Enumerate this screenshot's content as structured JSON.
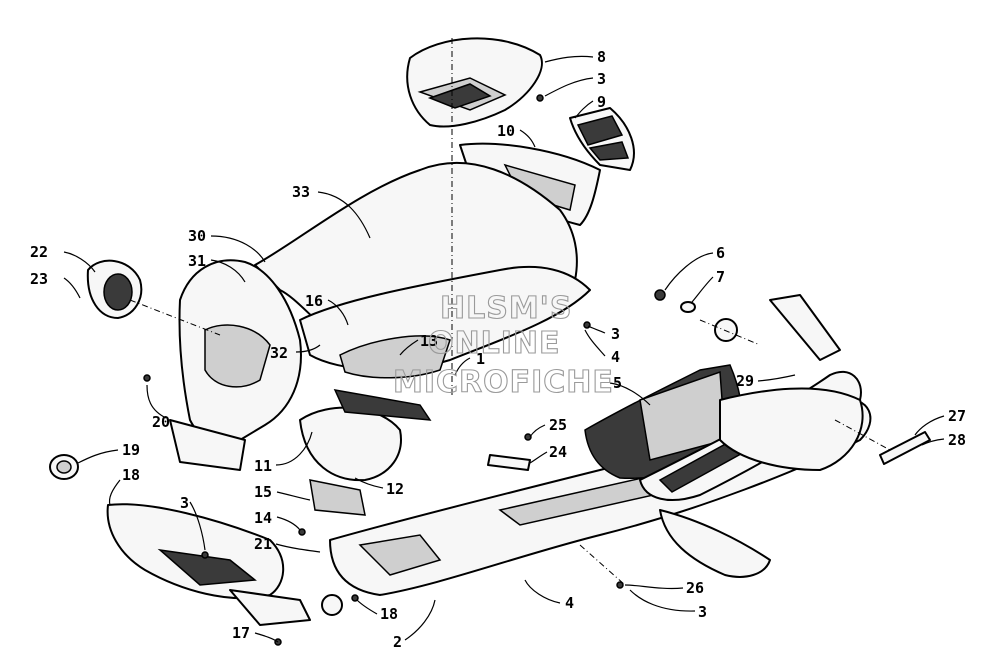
{
  "diagram": {
    "callouts": [
      "8",
      "3",
      "9",
      "10",
      "33",
      "30",
      "31",
      "22",
      "23",
      "16",
      "32",
      "13",
      "1",
      "3",
      "4",
      "5",
      "6",
      "7",
      "29",
      "20",
      "19",
      "18",
      "11",
      "15",
      "12",
      "14",
      "21",
      "3",
      "25",
      "24",
      "27",
      "28",
      "26",
      "3",
      "4",
      "17",
      "18",
      "2"
    ],
    "watermark": [
      "HLSM'S",
      "ONLINE",
      "MICROFICHE"
    ]
  }
}
